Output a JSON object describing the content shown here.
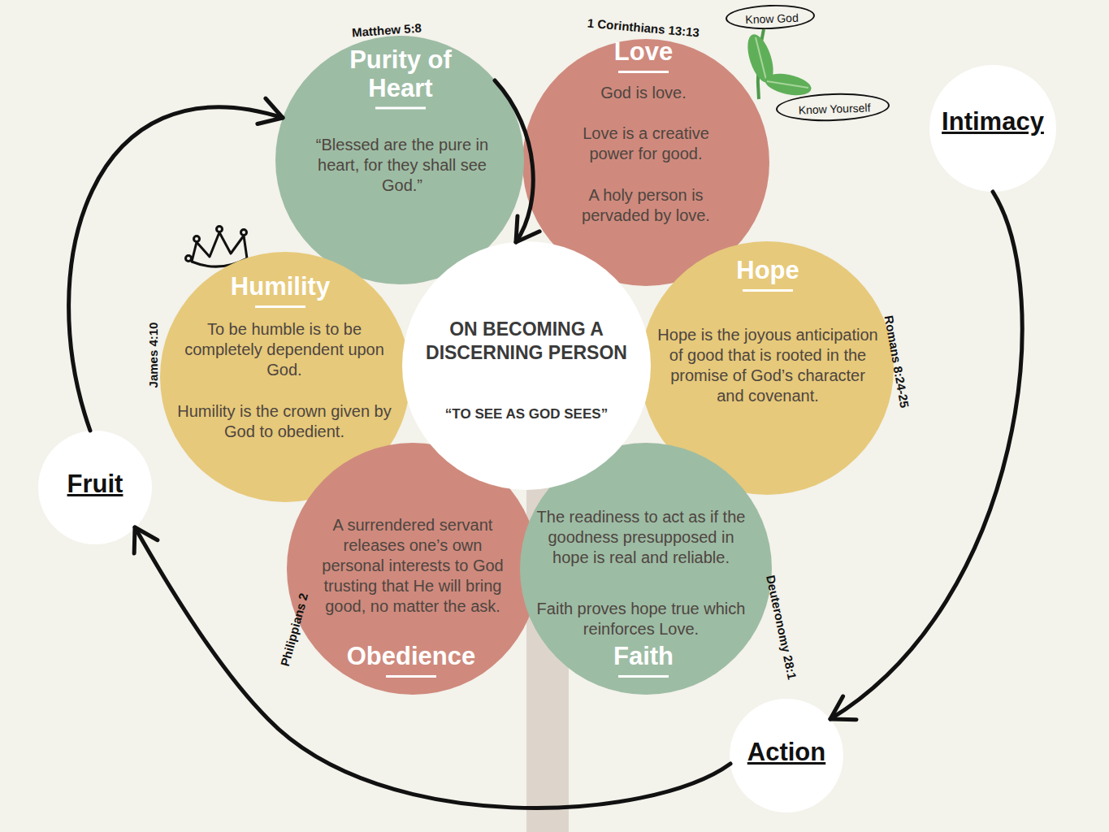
{
  "diagram": {
    "nodes": [
      {
        "text": [
          "Matthew 5:8",
          "Purity of Heart",
          "“Blessed are the pure in heart, for they shall see God.”"
        ]
      },
      {
        "text": [
          "1 Corinthians 13:13",
          "Love",
          "God is love.",
          "Love is a creative power for good.",
          "A holy person is pervaded by love."
        ]
      },
      {
        "text": [
          "Know God"
        ]
      },
      {
        "text": [
          "Know Yourself"
        ]
      },
      {
        "text": [
          "Intimacy"
        ]
      },
      {
        "text": [
          "Humility",
          "To be humble is to be completely dependent upon God.",
          "Humility is the crown given by God to obedient.",
          "James 4:10"
        ]
      },
      {
        "text": [
          "ON BECOMING A DISCERNING PERSON",
          "“TO SEE AS GOD SEES”"
        ]
      },
      {
        "text": [
          "Hope",
          "Hope is the joyous anticipation of good that is rooted in the promise of God’s character and covenant.",
          "Romans 8:24-25"
        ]
      },
      {
        "text": [
          "Fruit"
        ]
      },
      {
        "text": [
          "A surrendered servant releases one’s own personal interests to God trusting that He will bring good, no matter the ask.",
          "Obedience",
          "Philippians 2"
        ]
      },
      {
        "text": [
          "The readiness to act as if the goodness presupposed in hope is real and reliable.",
          "Faith proves hope true which reinforces Love.",
          "Faith",
          "Deuteronomy 28:1"
        ]
      },
      {
        "text": [
          "Action"
        ]
      }
    ],
    "edges": [
      {
        "from": 4,
        "to": 11,
        "arrow": "to"
      },
      {
        "from": 11,
        "to": 8,
        "arrow": "to"
      },
      {
        "from": 8,
        "to": 0,
        "arrow": "to"
      },
      {
        "from": 0,
        "to": 6,
        "arrow": "to"
      }
    ]
  }
}
